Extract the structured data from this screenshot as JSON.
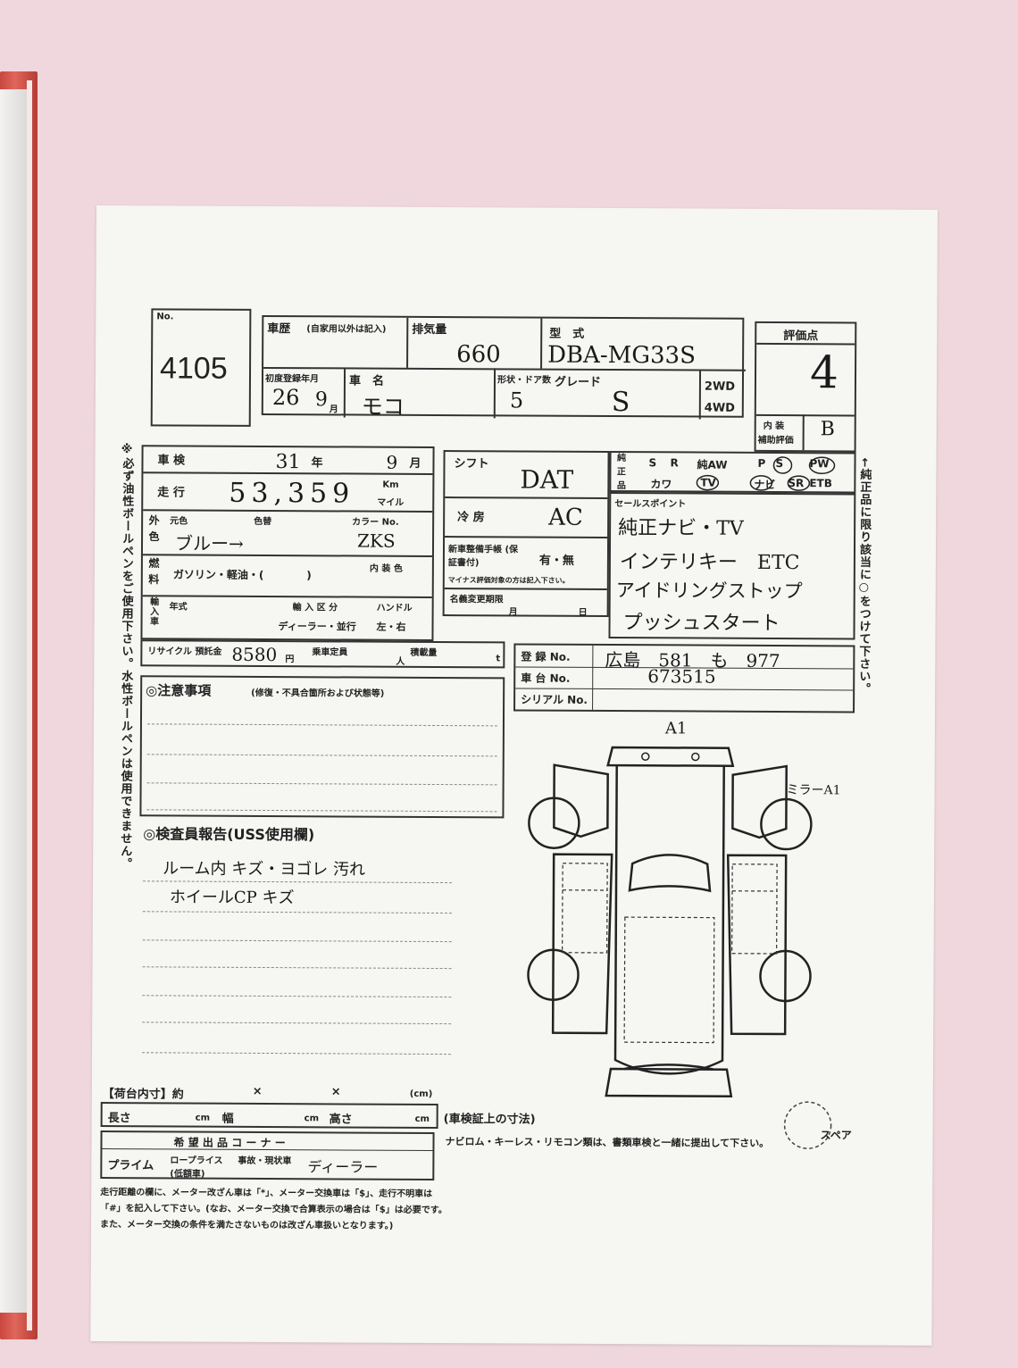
{
  "lot": {
    "no_label": "No.",
    "number": "4105"
  },
  "history": {
    "label": "車歴",
    "note": "(自家用以外は記入)"
  },
  "displacement": {
    "label": "排気量",
    "value": "660"
  },
  "model": {
    "label": "型　式",
    "value": "DBA-MG33S"
  },
  "score": {
    "label": "評価点",
    "value": "4",
    "interior_label": "内 装",
    "interior_sub": "補助評価",
    "interior_value": "B"
  },
  "first_reg": {
    "label": "初度登録年月",
    "value_year": "26",
    "value_month": "9",
    "month_unit": "月"
  },
  "car_name": {
    "label": "車　名",
    "value": "モコ"
  },
  "doors": {
    "label": "形状・ドア数",
    "value": "5"
  },
  "grade": {
    "label": "グレード",
    "value": "S"
  },
  "drive": {
    "opt1": "2WD",
    "opt2": "4WD"
  },
  "shaken": {
    "label": "車 検",
    "year": "31",
    "year_unit": "年",
    "month": "9",
    "month_unit": "月"
  },
  "mileage": {
    "label": "走 行",
    "value": "53,359",
    "unit1": "Km",
    "unit2": "マイル"
  },
  "color": {
    "label": "外 色",
    "orig_label": "元色",
    "tone_label": "色替",
    "code_label": "カラー No.",
    "value": "ブルー→",
    "code": "ZKS"
  },
  "fuel": {
    "label": "燃 料",
    "options": "ガソリン・軽油・(　　　　)",
    "interior_color_label": "内 装 色"
  },
  "import": {
    "label": "輸入車",
    "year_label": "年式",
    "class_label": "輸 入 区 分",
    "class_options": "ディーラー・並行",
    "handle_label": "ハンドル",
    "handle_options": "左・右"
  },
  "recycle": {
    "label": "リサイクル\n預託金",
    "value": "8580",
    "unit": "円",
    "capacity_label": "乗車定員",
    "capacity_unit": "人",
    "load_label": "積載量",
    "load_unit": "t"
  },
  "shift": {
    "label": "シフト",
    "value": "DAT"
  },
  "ac": {
    "label": "冷 房",
    "value": "AC"
  },
  "manual": {
    "label": "新車整備手帳 (保証書付)",
    "options": "有・無",
    "note": "マイナス評価対象の方は記入下さい。"
  },
  "name_change": {
    "label": "名義変更期限",
    "month": "月",
    "day": "日"
  },
  "genuine": {
    "label_a": "純 正 品",
    "row1": [
      "S",
      "R",
      "純AW",
      "P",
      "S",
      "PW"
    ],
    "row2": [
      "カワ",
      "TV",
      "ナビ",
      "SR",
      "ETB"
    ]
  },
  "sales_points": {
    "label": "セールスポイント",
    "lines": [
      "純正ナビ・TV",
      "インテリキー　ETC",
      "アイドリングストップ",
      "プッシュスタート"
    ]
  },
  "registration": {
    "reg_label": "登 録 No.",
    "reg_value": "広島　581　も　977",
    "chassis_label": "車 台 No.",
    "chassis_value": "673515",
    "serial_label": "シリアル No."
  },
  "notes": {
    "title": "◎注意事項",
    "subtitle": "(修復・不具合箇所および状態等)"
  },
  "inspector": {
    "title": "◎検査員報告(USS使用欄)",
    "lines": [
      "ルーム内 キズ・ヨゴレ 汚れ",
      "ホイールCP キズ"
    ]
  },
  "diagram": {
    "front_label": "A1",
    "right_label": "ミラーA1",
    "spare": "スペア"
  },
  "cargo": {
    "title": "【荷台内寸】約",
    "x1": "×",
    "x2": "×",
    "cm": "(cm)",
    "length": "長さ",
    "width": "幅",
    "height": "高さ",
    "unit": "cm",
    "shaken_size": "(車検証上の寸法)"
  },
  "corner": {
    "title": "希 望 出 品 コ ー ナ ー",
    "prime": "プライム",
    "low": "ロープライス\n(低額車)",
    "accident": "事故・現状車",
    "value": "ディーラー"
  },
  "footer": {
    "line1": "走行距離の欄に、メーター改ざん車は「*」、メーター交換車は「$」、走行不明車は",
    "line2": "「#」を記入して下さい。(なお、メーター交換で合算表示の場合は「$」は必要です。",
    "line3": "また、メーター交換の条件を満たさないものは改ざん車扱いとなります。)"
  },
  "nav_note": "ナビロム・キーレス・リモコン類は、書類車検と一緒に提出して下さい。",
  "side_left": "※必ず油性ボールペンをご使用下さい。水性ボールペンは使用できません。",
  "side_right": "←純正品に限り該当に○をつけて下さい。"
}
